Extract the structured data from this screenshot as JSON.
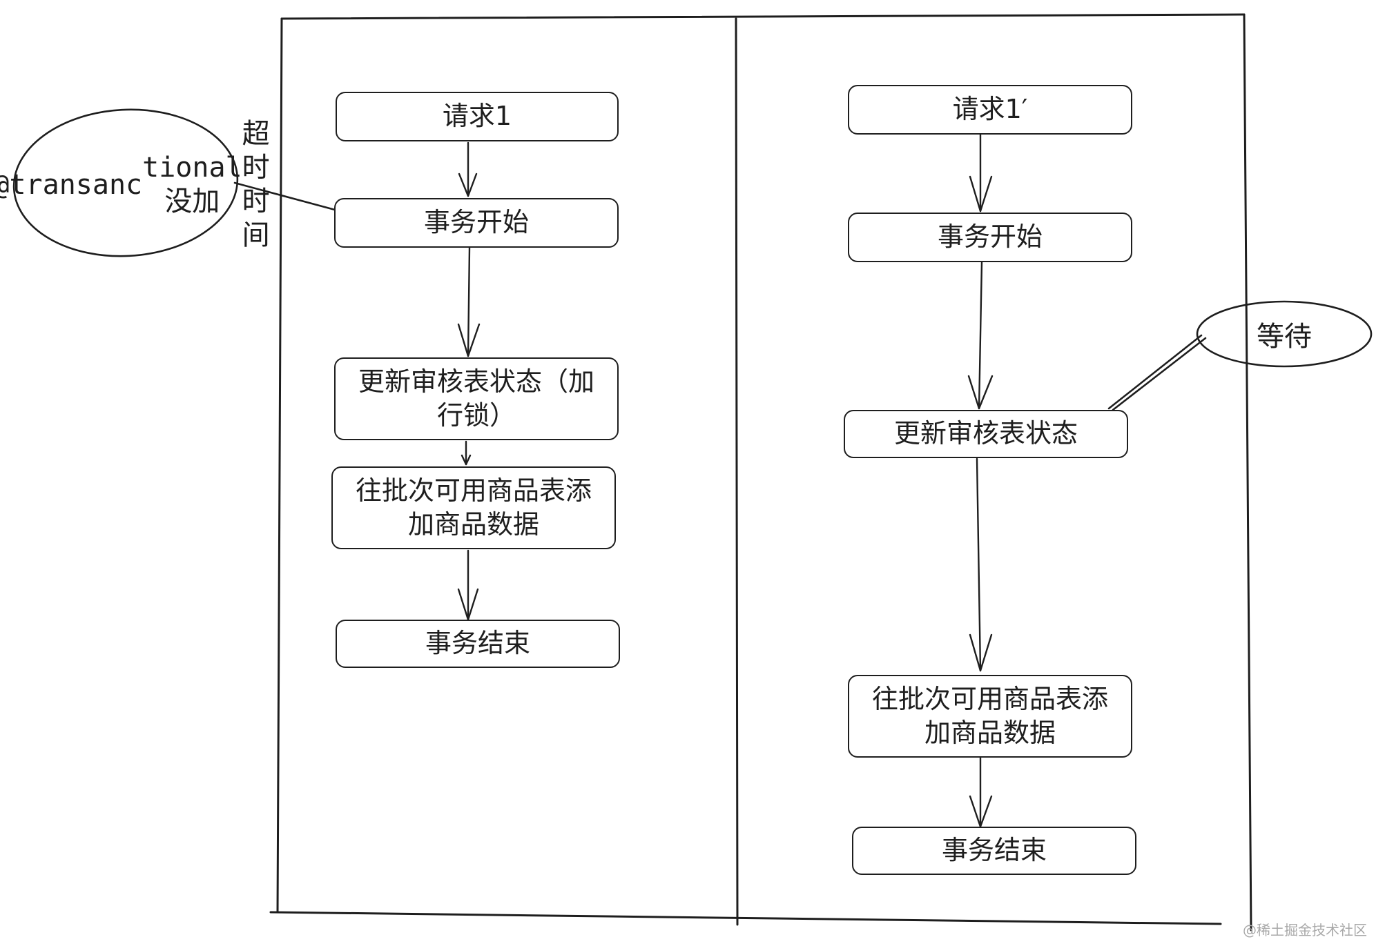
{
  "left_lane": {
    "nodes": [
      {
        "id": "l-request",
        "label": "请求1"
      },
      {
        "id": "l-tx-start",
        "label": "事务开始"
      },
      {
        "id": "l-update",
        "label": "更新审核表状态（加\n行锁）"
      },
      {
        "id": "l-insert",
        "label": "往批次可用商品表添\n加商品数据"
      },
      {
        "id": "l-tx-end",
        "label": "事务结束"
      }
    ],
    "note": {
      "line1": "@transanc",
      "line2a": "tional",
      "line2b": "没加",
      "line3": "超时时间"
    }
  },
  "right_lane": {
    "nodes": [
      {
        "id": "r-request",
        "label": "请求1′"
      },
      {
        "id": "r-tx-start",
        "label": "事务开始"
      },
      {
        "id": "r-update",
        "label": "更新审核表状态"
      },
      {
        "id": "r-insert",
        "label": "往批次可用商品表添\n加商品数据"
      },
      {
        "id": "r-tx-end",
        "label": "事务结束"
      }
    ],
    "note": {
      "text": "等待"
    }
  },
  "watermark": "@稀土掘金技术社区"
}
